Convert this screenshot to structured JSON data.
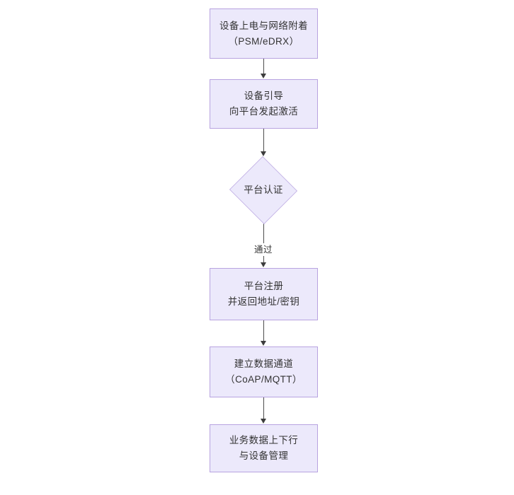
{
  "diagram": {
    "type": "flowchart",
    "orientation": "top-to-bottom",
    "background_color": "#ffffff",
    "node_fill_color": "#ece9fb",
    "node_border_color": "#b8a3e0",
    "text_color": "#333333",
    "edge_color": "#4d4d4d",
    "nodes": [
      {
        "id": "n1",
        "shape": "rectangle",
        "label": "设备上电与网络附着\n（PSM/eDRX）"
      },
      {
        "id": "n2",
        "shape": "rectangle",
        "label": "设备引导\n向平台发起激活"
      },
      {
        "id": "n3",
        "shape": "diamond",
        "label": "平台认证"
      },
      {
        "id": "n4",
        "shape": "rectangle",
        "label": "平台注册\n并返回地址/密钥"
      },
      {
        "id": "n5",
        "shape": "rectangle",
        "label": "建立数据通道\n（CoAP/MQTT）"
      },
      {
        "id": "n6",
        "shape": "rectangle",
        "label": "业务数据上下行\n与设备管理"
      }
    ],
    "edges": [
      {
        "id": "e1",
        "from": "n1",
        "to": "n2",
        "label": ""
      },
      {
        "id": "e2",
        "from": "n2",
        "to": "n3",
        "label": ""
      },
      {
        "id": "e3",
        "from": "n3",
        "to": "n4",
        "label": "通过"
      },
      {
        "id": "e4",
        "from": "n4",
        "to": "n5",
        "label": ""
      },
      {
        "id": "e5",
        "from": "n5",
        "to": "n6",
        "label": ""
      }
    ]
  }
}
